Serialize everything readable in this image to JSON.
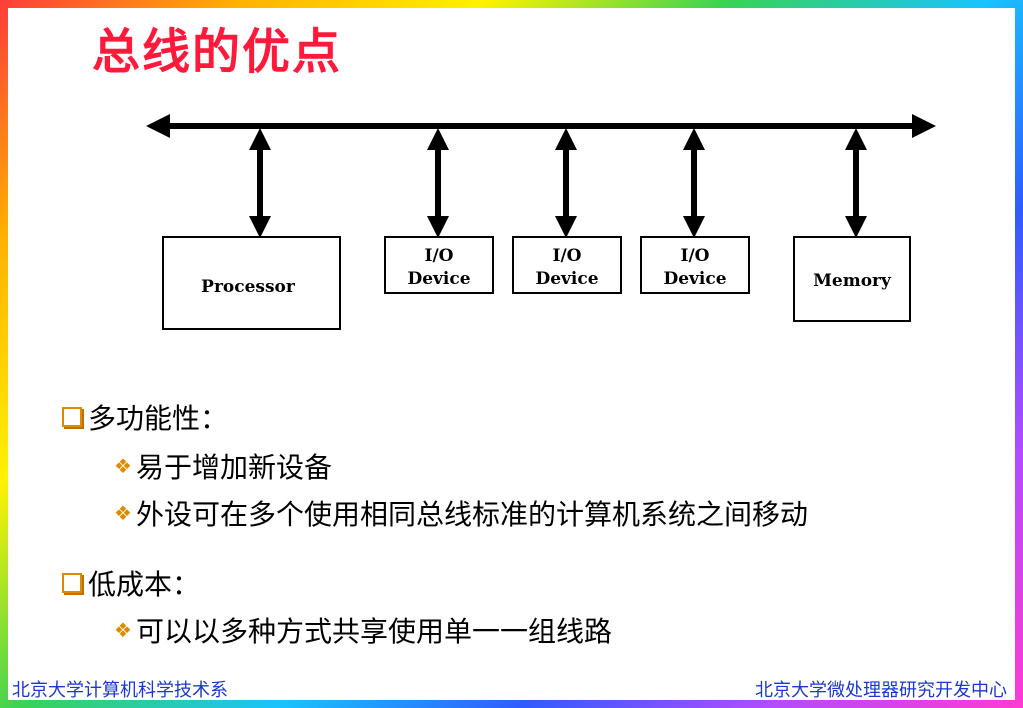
{
  "title": "总线的优点",
  "diagram": {
    "nodes": [
      {
        "id": "processor",
        "lines": [
          "Processor"
        ]
      },
      {
        "id": "io1",
        "lines": [
          "I/O",
          "Device"
        ]
      },
      {
        "id": "io2",
        "lines": [
          "I/O",
          "Device"
        ]
      },
      {
        "id": "io3",
        "lines": [
          "I/O",
          "Device"
        ]
      },
      {
        "id": "memory",
        "lines": [
          "Memory"
        ]
      }
    ]
  },
  "sections": [
    {
      "heading": "多功能性：",
      "items": [
        "易于增加新设备",
        "外设可在多个使用相同总线标准的计算机系统之间移动"
      ]
    },
    {
      "heading": "低成本：",
      "items": [
        "可以以多种方式共享使用单一一组线路"
      ]
    }
  ],
  "footer": {
    "left": "北京大学计算机科学技术系",
    "right": "北京大学微处理器研究开发中心"
  },
  "colors": {
    "title": "#ff1a3c",
    "footer": "#1a37d6",
    "bullet": "#e08a00"
  }
}
